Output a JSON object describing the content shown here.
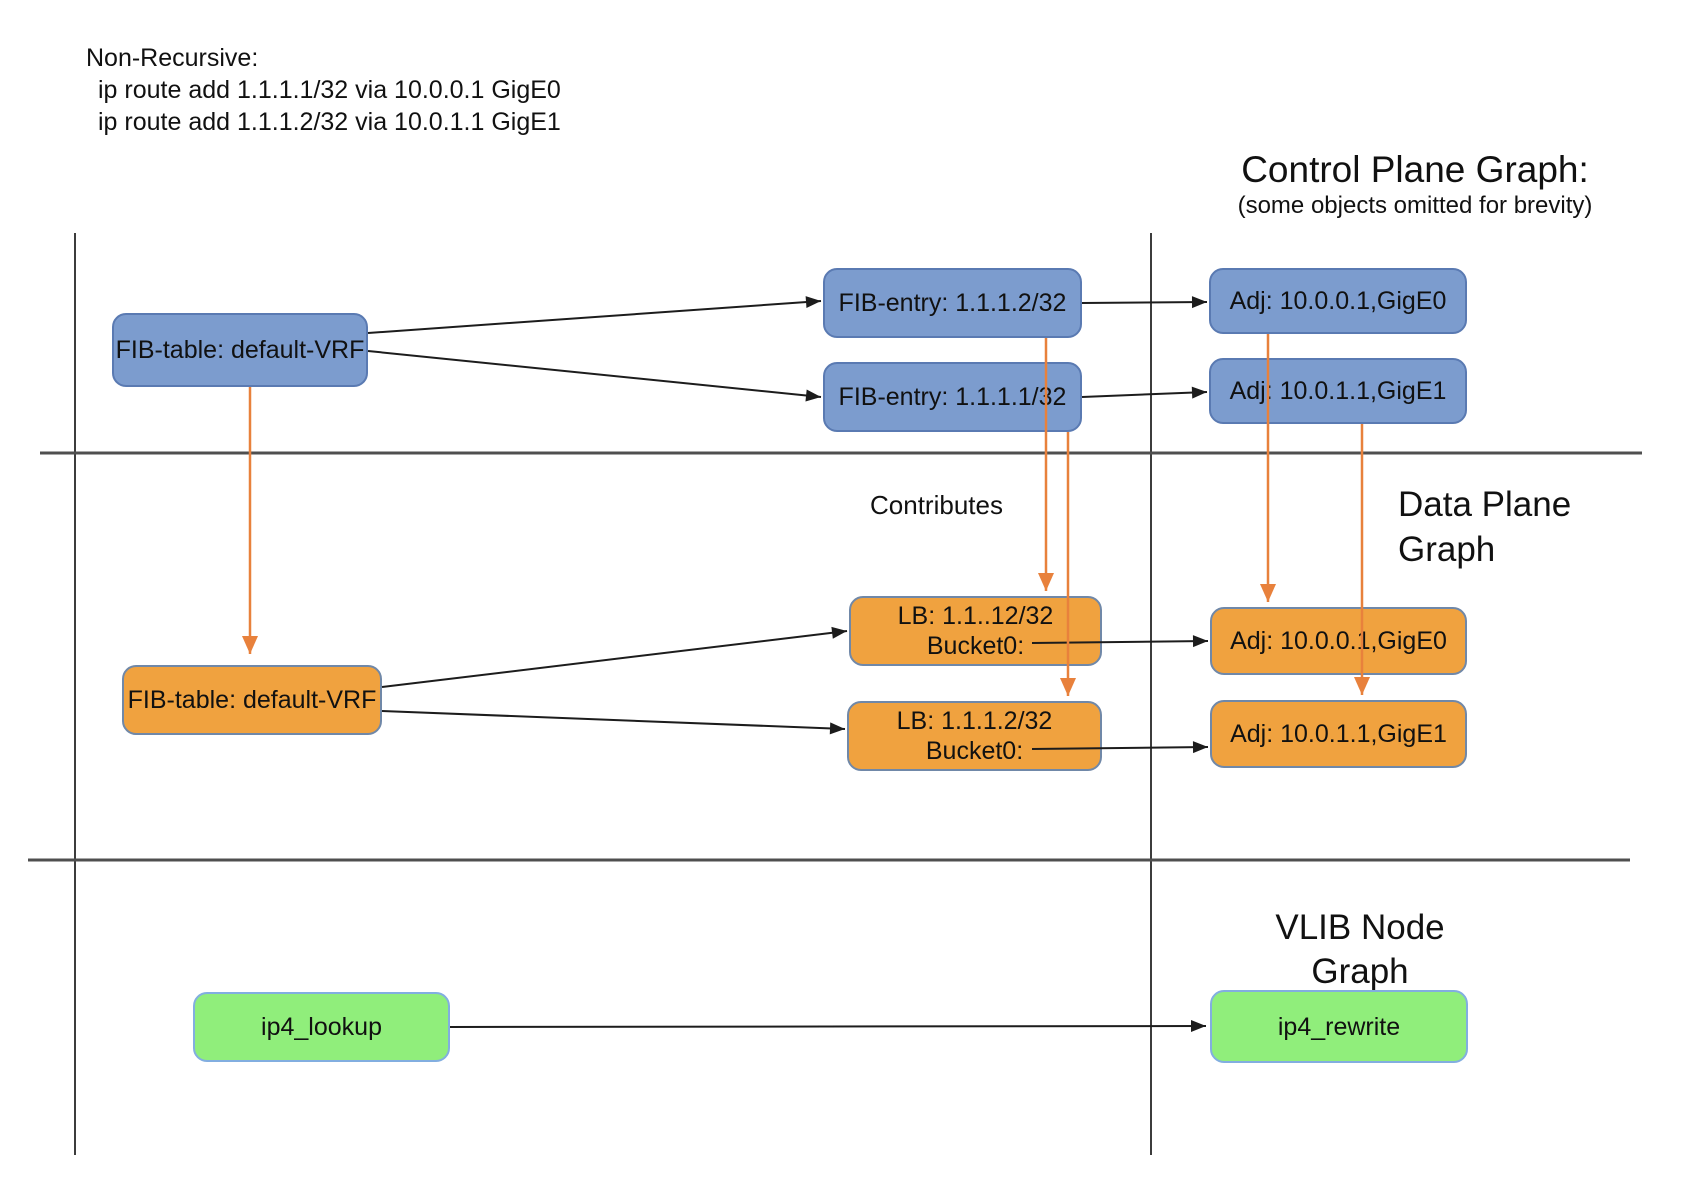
{
  "colors": {
    "control_node_fill": "#7c9cce",
    "control_node_border": "#5a7ab2",
    "data_node_fill": "#f0a23f",
    "data_node_border": "#7088a8",
    "vlib_node_fill": "#90ee7b",
    "vlib_node_border": "#82aee0",
    "flow_arrow": "#e8813c",
    "link_arrow": "#1c1c1c"
  },
  "notes": {
    "heading": "Non-Recursive:",
    "lines": [
      "ip route add 1.1.1.1/32 via 10.0.0.1 GigE0",
      "ip route add 1.1.1.2/32 via 10.0.1.1 GigE1"
    ]
  },
  "sections": {
    "control_plane": {
      "title": "Control Plane Graph:",
      "subtitle": "(some objects omitted for brevity)"
    },
    "data_plane": {
      "title_line1": "Data Plane",
      "title_line2": "Graph"
    },
    "vlib": {
      "title_line1": "VLIB Node",
      "title_line2": "Graph"
    }
  },
  "labels": {
    "contributes": "Contributes"
  },
  "control_plane_nodes": {
    "fib_table": "FIB-table: default-VRF",
    "fib_entry_2": "FIB-entry: 1.1.1.2/32",
    "fib_entry_1": "FIB-entry: 1.1.1.1/32",
    "adj_gige0": "Adj: 10.0.0.1,GigE0",
    "adj_gige1": "Adj: 10.0.1.1,GigE1"
  },
  "data_plane_nodes": {
    "fib_table": "FIB-table: default-VRF",
    "lb1_line1": "LB: 1.1..12/32",
    "lb1_line2": "Bucket0:",
    "lb2_line1": "LB: 1.1.1.2/32",
    "lb2_line2": "Bucket0:",
    "adj_gige0": "Adj: 10.0.0.1,GigE0",
    "adj_gige1": "Adj: 10.0.1.1,GigE1"
  },
  "vlib_nodes": {
    "ip4_lookup": "ip4_lookup",
    "ip4_rewrite": "ip4_rewrite"
  }
}
